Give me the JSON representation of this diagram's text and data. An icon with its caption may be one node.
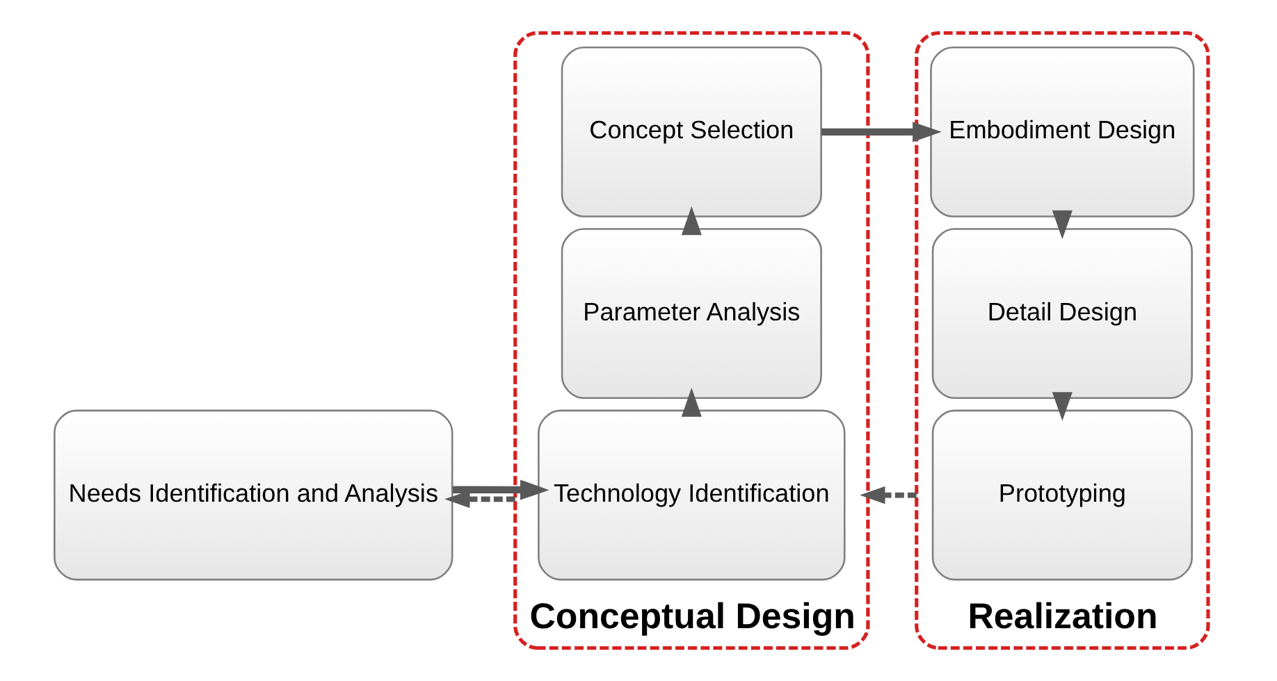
{
  "diagram": {
    "nodes": [
      {
        "text": [
          "Needs Identification and Analysis"
        ]
      },
      {
        "text": [
          "Conceptual Design"
        ]
      },
      {
        "text": [
          "Concept Selection"
        ],
        "in": 1
      },
      {
        "text": [
          "Parameter Analysis"
        ],
        "in": 1
      },
      {
        "text": [
          "Technology Identification"
        ],
        "in": 1
      },
      {
        "text": [
          "Realization"
        ]
      },
      {
        "text": [
          "Embodiment Design"
        ],
        "in": 5
      },
      {
        "text": [
          "Detail Design"
        ],
        "in": 5
      },
      {
        "text": [
          "Prototyping"
        ],
        "in": 5
      }
    ],
    "edges": [
      {
        "from": 0,
        "to": 4,
        "arrow": "to"
      },
      {
        "from": 4,
        "to": 3,
        "arrow": "to"
      },
      {
        "from": 3,
        "to": 2,
        "arrow": "to"
      },
      {
        "from": 2,
        "to": 6,
        "arrow": "to"
      },
      {
        "from": 6,
        "to": 7,
        "arrow": "to"
      },
      {
        "from": 7,
        "to": 8,
        "arrow": "to"
      },
      {
        "from": 5,
        "to": 1,
        "arrow": "to",
        "style": "dashed"
      },
      {
        "from": 1,
        "to": 0,
        "arrow": "to",
        "style": "dashed"
      }
    ]
  }
}
